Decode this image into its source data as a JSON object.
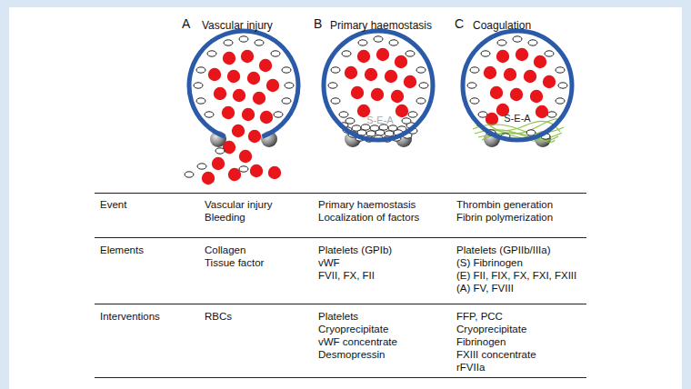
{
  "diagram": {
    "nodes": [
      {
        "text": [
          "A",
          "Vascular injury"
        ]
      },
      {
        "text": [
          "B",
          "Primary haemostasis",
          "S-E-A"
        ]
      },
      {
        "text": [
          "C",
          "Coagulation",
          "S-E-A"
        ]
      }
    ],
    "labels": [
      "Event",
      "Vascular injury",
      "Bleeding",
      "Primary haemostasis",
      "Localization of factors",
      "Thrombin generation",
      "Fibrin polymerization",
      "Elements",
      "Collagen",
      "Tissue factor",
      "Platelets (GPIb)",
      "vWF",
      "FVII, FX, FII",
      "Platelets (GPIIb/IIIa)",
      "(S) Fibrinogen",
      "(E) FII, FIX, FX, FXI, FXIII",
      "(A) FV, FVIII",
      "Interventions",
      "RBCs",
      "Platelets",
      "Cryoprecipitate",
      "vWF concentrate",
      "Desmopressin",
      "FFP, PCC",
      "Cryoprecipitate",
      "Fibrinogen",
      "FXIII concentrate",
      "rFVIIa"
    ]
  }
}
